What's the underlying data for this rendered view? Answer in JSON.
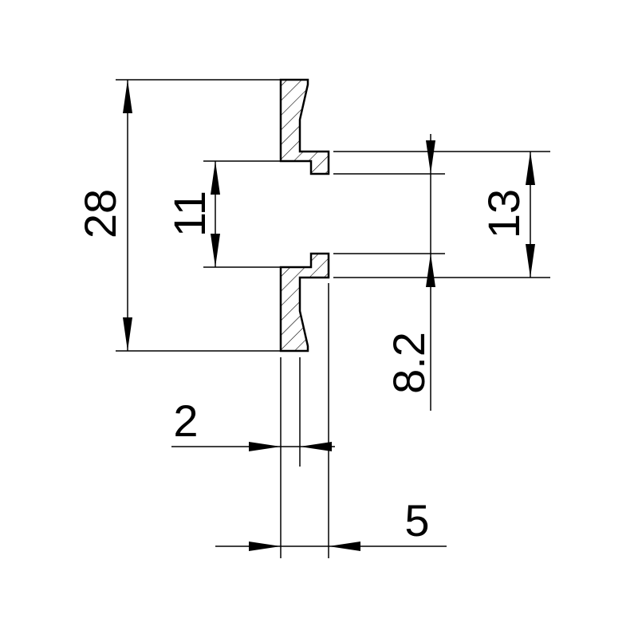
{
  "background_color": "#ffffff",
  "line_color": "#000000",
  "drawing": {
    "dimensions": {
      "overall_height": "28",
      "counterbore_height": "11",
      "boss_height": "13",
      "hole_height": "8.2",
      "flange_thickness": "2",
      "overall_depth": "5"
    }
  }
}
